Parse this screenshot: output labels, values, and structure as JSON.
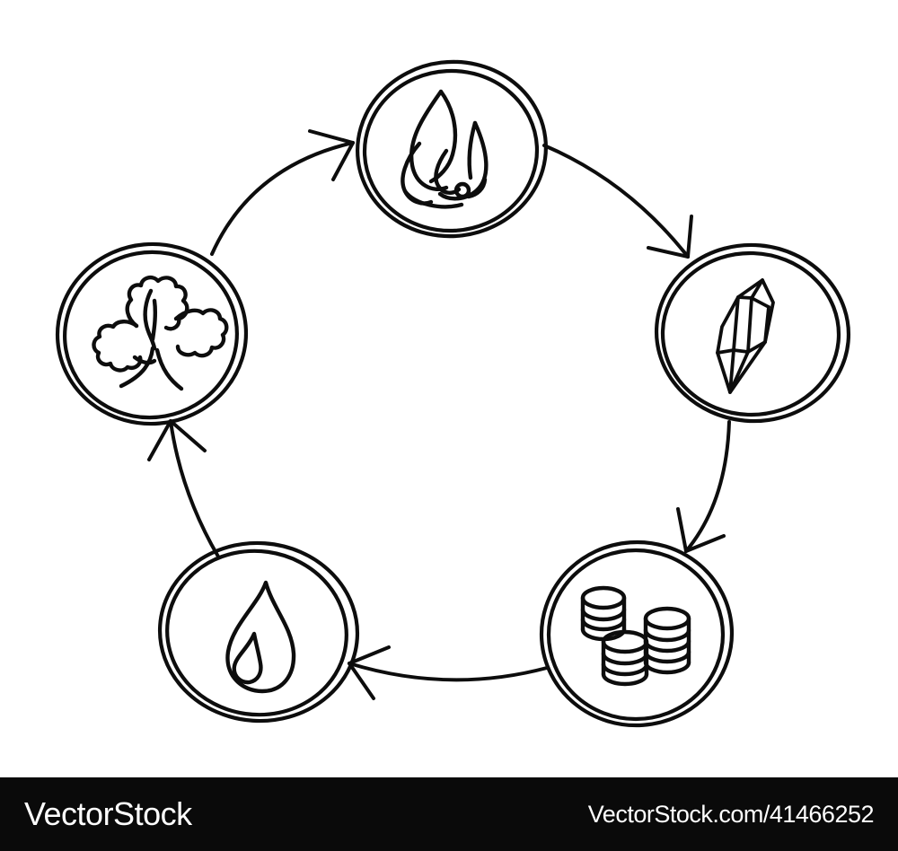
{
  "page": {
    "background_color": "#ffffff",
    "line_color": "#0d0d0d"
  },
  "diagram": {
    "type": "cycle",
    "style": "continuous-line hand-drawn doodle",
    "direction": "clockwise",
    "nodes": [
      {
        "id": "fire",
        "icon": "fire-icon",
        "position": "top"
      },
      {
        "id": "crystal",
        "icon": "crystal-icon",
        "position": "right"
      },
      {
        "id": "coins",
        "icon": "coins-icon",
        "position": "bottom-right"
      },
      {
        "id": "water",
        "icon": "water-drop-icon",
        "position": "bottom-left"
      },
      {
        "id": "plant",
        "icon": "tree-leaf-icon",
        "position": "left"
      }
    ],
    "edges": [
      {
        "from": "plant",
        "to": "fire"
      },
      {
        "from": "fire",
        "to": "crystal"
      },
      {
        "from": "crystal",
        "to": "coins"
      },
      {
        "from": "coins",
        "to": "water"
      },
      {
        "from": "water",
        "to": "plant"
      }
    ]
  },
  "watermark": {
    "logo_text": "VectorStock",
    "credit_text": "VectorStock.com/41466252",
    "bar_color": "#0a0a0a",
    "text_color": "#ffffff"
  }
}
